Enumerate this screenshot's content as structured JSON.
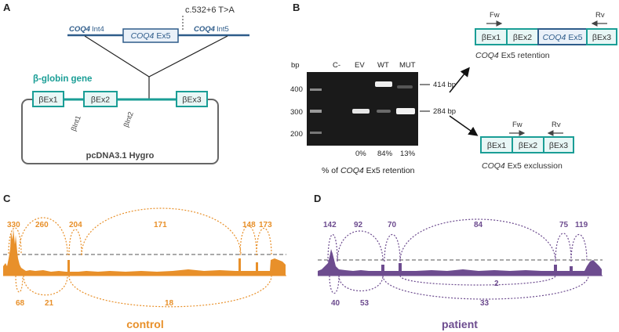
{
  "panels": {
    "a": "A",
    "b": "B",
    "c": "C",
    "d": "D"
  },
  "panel_a": {
    "mutation": "c.532+6 T>A",
    "int4_gene": "COQ4",
    "int4_label": "Int4",
    "ex5_gene": "COQ4",
    "ex5_label": "Ex5",
    "int5_gene": "COQ4",
    "int5_label": "Int5",
    "globin_title": "β-globin gene",
    "ex1": "βEx1",
    "ex2": "βEx2",
    "ex3": "βEx3",
    "int1": "βInt1",
    "int2": "βInt2",
    "vector": "pcDNA3.1 Hygro"
  },
  "panel_b": {
    "bp_header": "bp",
    "ladder": [
      "400",
      "300",
      "200"
    ],
    "lanes": [
      "C-",
      "EV",
      "WT",
      "MUT"
    ],
    "band_414": "414 bp",
    "band_284": "284 bp",
    "percents": [
      "0%",
      "84%",
      "13%"
    ],
    "caption_pre": "% of ",
    "caption_gene": "COQ4",
    "caption_post": " Ex5 retention",
    "retention": {
      "fw": "Fw",
      "rv": "Rv",
      "ex1": "βEx1",
      "ex2": "βEx2",
      "ex5_gene": "COQ4",
      "ex5": "Ex5",
      "ex3": "βEx3",
      "caption_gene": "COQ4",
      "caption_rest": "Ex5 retention"
    },
    "exclusion": {
      "fw": "Fw",
      "rv": "Rv",
      "ex1": "βEx1",
      "ex2": "βEx2",
      "ex3": "βEx3",
      "caption_gene": "COQ4",
      "caption_rest": "Ex5 exclussion"
    }
  },
  "panel_c": {
    "label": "control",
    "color": "#e8902a",
    "top_counts": [
      "330",
      "260",
      "204",
      "171",
      "148",
      "173"
    ],
    "bottom_counts": [
      "68",
      "21",
      "18"
    ]
  },
  "panel_d": {
    "label": "patient",
    "color": "#6d4c8f",
    "top_counts": [
      "142",
      "92",
      "70",
      "84",
      "75",
      "119"
    ],
    "bottom_counts": [
      "40",
      "53",
      "2",
      "33"
    ]
  }
}
